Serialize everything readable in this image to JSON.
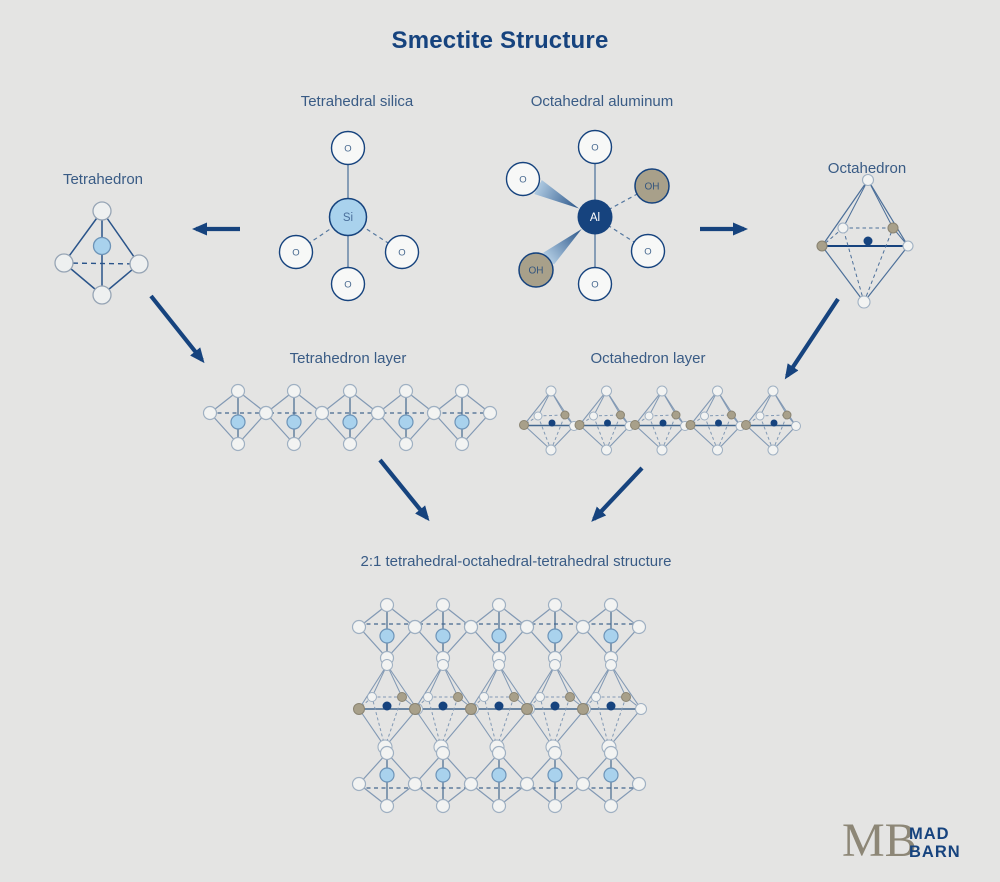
{
  "title": "Smectite Structure",
  "molecules": {
    "silica": {
      "label": "Tetrahedral silica",
      "center_atom": "Si",
      "outer_atom": "O"
    },
    "aluminum": {
      "label": "Octahedral aluminum",
      "center_atom": "Al",
      "outer_atom": "O",
      "hydroxyl": "OH"
    }
  },
  "shapes": {
    "tetrahedron": "Tetrahedron",
    "octahedron": "Octahedron",
    "tetrahedron_layer": "Tetrahedron layer",
    "octahedron_layer": "Octahedron layer",
    "combined": "2:1 tetrahedral-octahedral-tetrahedral structure"
  },
  "logo": {
    "initials": "MB",
    "line1": "MAD",
    "line2": "BARN"
  },
  "colors": {
    "background": "#e4e4e3",
    "navy": "#16437e",
    "label_blue": "#395b85",
    "light_blue": "#a9d2ed",
    "tan": "#a8a08a",
    "slate_stroke": "#8299b4",
    "white_node": "#f2f3f2"
  }
}
